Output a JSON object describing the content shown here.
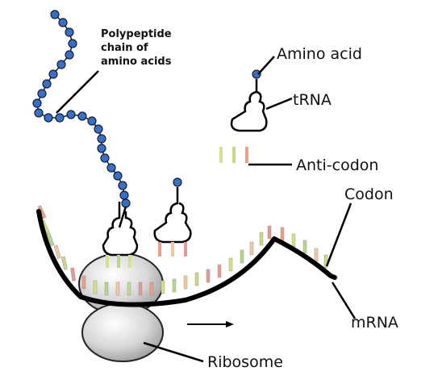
{
  "diagram": {
    "labels": {
      "polypeptide": [
        "Polypeptide",
        "chain of",
        "amino acids"
      ],
      "amino_acid": "Amino acid",
      "trna": "tRNA",
      "anticodon": "Anti-codon",
      "codon": "Codon",
      "mrna": "mRNA",
      "ribosome": "Ribosome"
    },
    "colors": {
      "bead": "#3a6fc4",
      "bead_outline": "#0d1e3a",
      "strand": "#000000",
      "ribosome_fill": "#d9d9d9",
      "base_colors": [
        "#e8a08a",
        "#d4e08a",
        "#b7d58f",
        "#f2c7a0",
        "#c9d98a",
        "#e39a9a"
      ]
    }
  }
}
